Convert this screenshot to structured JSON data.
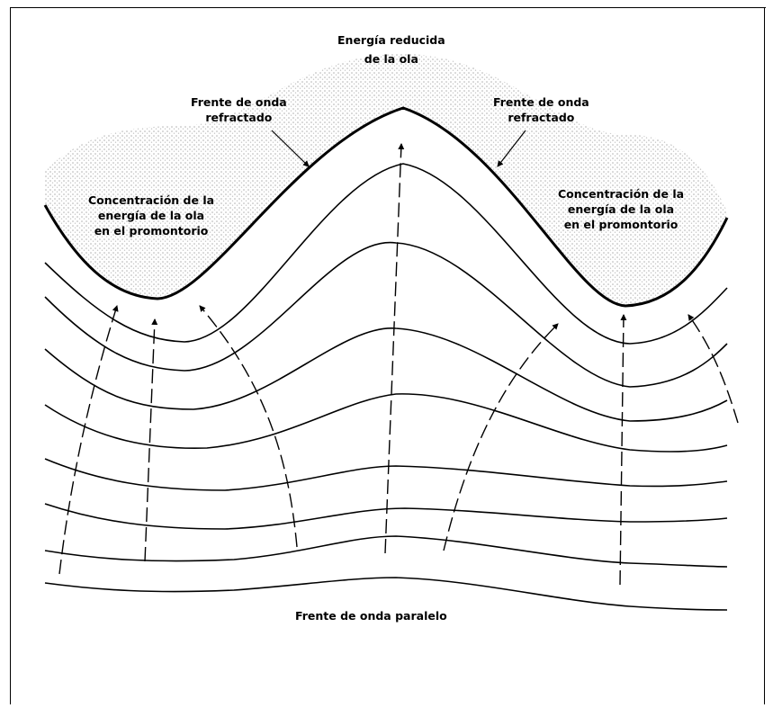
{
  "labels": {
    "reduced_energy": [
      "Energía reducida",
      "de la ola"
    ],
    "refracted_left": [
      "Frente de onda",
      "refractado"
    ],
    "refracted_right": [
      "Frente de onda",
      "refractado"
    ],
    "concentration_left": [
      "Concentración de la",
      "energía de la ola",
      "en el promontorio"
    ],
    "concentration_right": [
      "Concentración de la",
      "energía de la ola",
      "en el promontorio"
    ],
    "parallel_front": "Frente de onda paralelo"
  },
  "colors": {
    "ink": "#000000",
    "stipple": "#b5b5b5",
    "background": "#ffffff"
  }
}
